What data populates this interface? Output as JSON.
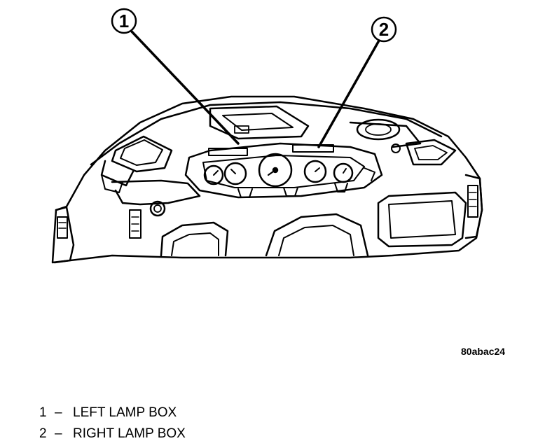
{
  "callouts": [
    {
      "number": "1",
      "label": "LEFT LAMP BOX"
    },
    {
      "number": "2",
      "label": "RIGHT LAMP BOX"
    }
  ],
  "figure_id": "80abac24",
  "legend_separator": "–"
}
